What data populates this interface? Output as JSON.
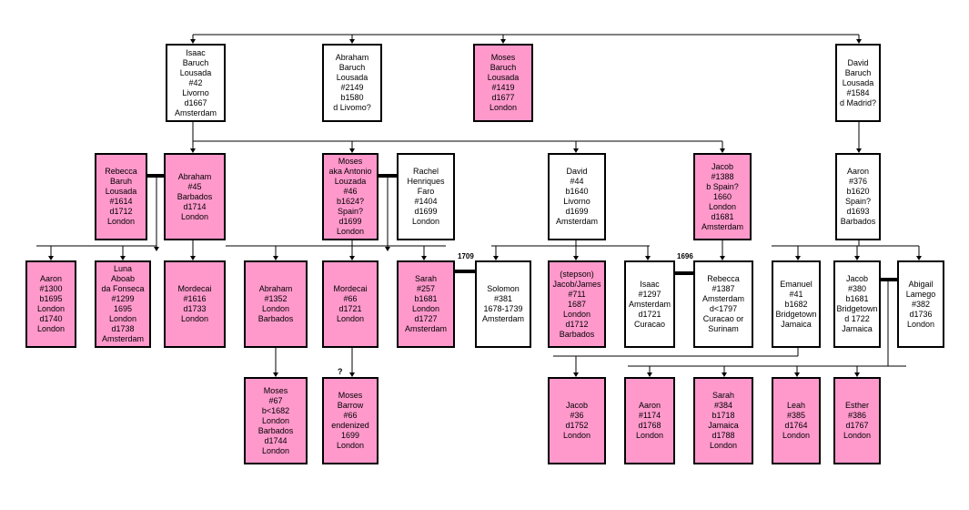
{
  "colors": {
    "female": "#ff99cc",
    "male": "#ffffff",
    "line": "#000000"
  },
  "people": {
    "p1": "Isaac\nBaruch\nLousada\n#42\nLivorno\nd1667\nAmsterdam",
    "p2": "Abraham\nBaruch\nLousada\n#2149\nb1580\nd Livomo?",
    "p3": "Moses\nBaruch\nLousada\n#1419\nd1677\nLondon",
    "p4": "David\nBaruch\nLousada\n#1584\nd Madrid?",
    "p5": "Rebecca\nBaruh\nLousada\n#1614\nd1712\nLondon",
    "p6": "Abraham\n#45\nBarbados\nd1714\nLondon",
    "p7": "Moses\naka Antonio\nLouzada\n#46\nb1624?\nSpain?\nd1699\nLondon",
    "p8": "Rachel\nHenriques\nFaro\n#1404\nd1699\nLondon",
    "p9": "David\n#44\nb1640\nLivorno\nd1699\nAmsterdam",
    "p10": "Jacob\n#1388\nb Spain?\n1660\nLondon\nd1681\nAmsterdam",
    "p11": "Aaron\n#376\nb1620\nSpain?\nd1693\nBarbados",
    "p12": "Aaron\n#1300\nb1695\nLondon\nd1740\nLondon",
    "p13": "Luna\nAboab\nda Fonseca\n#1299\n1695\nLondon\nd1738\nAmsterdam",
    "p14": "Mordecai\n#1616\nd1733\nLondon",
    "p15": "Abraham\n#1352\nLondon\nBarbados",
    "p16": "Mordecai\n#66\nd1721\nLondon",
    "p17": "Sarah\n#257\nb1681\nLondon\nd1727\nAmsterdam",
    "p18": "Solomon\n#381\n1678-1739\nAmsterdam",
    "p19": "(stepson)\nJacob/James\n#711\n1687\nLondon\nd1712\nBarbados",
    "p20": "Isaac\n#1297\nAmsterdam\nd1721\nCuracao",
    "p21": "Rebecca\n#1387\nAmsterdam\nd<1797\nCuracao or\nSurinam",
    "p22": "Emanuel\n#41\nb1682\nBridgetown\nJamaica",
    "p23": "Jacob\n#380\nb1681\nBridgetown\nd 1722\nJamaica",
    "p24": "Abigail\nLamego\n#382\nd1736\nLondon",
    "p25": "Moses\n#67\nb<1682\nLondon\nBarbados\nd1744\nLondon",
    "p26": "Moses\nBarrow\n#66\nendenized\n1699\nLondon",
    "p27": "Jacob\n#36\nd1752\nLondon",
    "p28": "Aaron\n#1174\nd1768\nLondon",
    "p29": "Sarah\n#384\nb1718\nJamaica\nd1788\nLondon",
    "p30": "Leah\n#385\nd1764\nLondon",
    "p31": "Esther\n#386\nd1767\nLondon"
  },
  "labels": {
    "marriage_1709": "1709",
    "marriage_1696": "1696",
    "uncertain": "?"
  }
}
